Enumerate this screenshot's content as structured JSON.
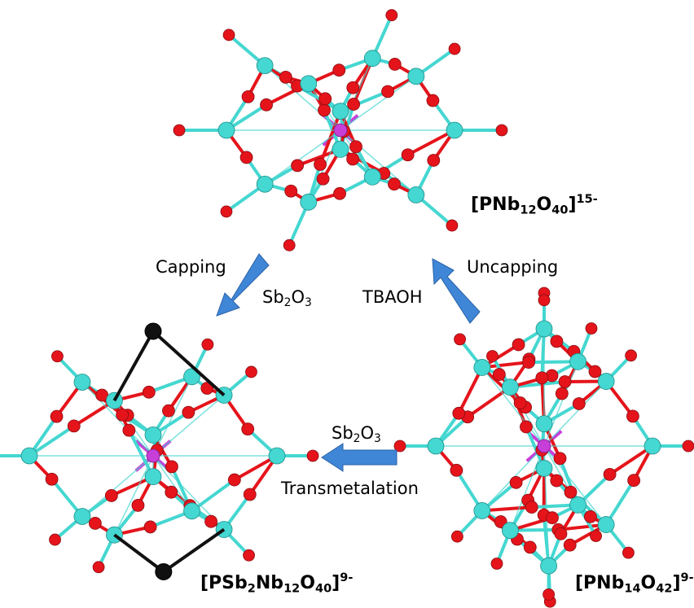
{
  "colors": {
    "niobium": "#45d7d1",
    "oxygen": "#e5141b",
    "phosphorus": "#c73fd8",
    "antimony": "#101010",
    "arrow": "#3f86d6"
  },
  "clusters": {
    "top": {
      "name_a": "[PNb",
      "sub1": "12",
      "name_b": "O",
      "sub2": "40",
      "name_c": "]",
      "charge": "15-"
    },
    "bottom_left": {
      "name_a": "[PSb",
      "sub1": "2",
      "name_b": "Nb",
      "sub2": "12",
      "name_c": "O",
      "sub3": "40",
      "name_d": "]",
      "charge": "9-"
    },
    "bottom_right": {
      "name_a": "[PNb",
      "sub1": "14",
      "name_b": "O",
      "sub2": "42",
      "name_c": "]",
      "charge": "9-"
    }
  },
  "reactions": {
    "capping": {
      "label": "Capping",
      "reagent_a": "Sb",
      "reagent_sub1": "2",
      "reagent_b": "O",
      "reagent_sub2": "3"
    },
    "uncapping": {
      "label": "Uncapping",
      "reagent": "TBAOH"
    },
    "transmetalation": {
      "label": "Transmetalation",
      "reagent_a": "Sb",
      "reagent_sub1": "2",
      "reagent_b": "O",
      "reagent_sub2": "3"
    }
  }
}
